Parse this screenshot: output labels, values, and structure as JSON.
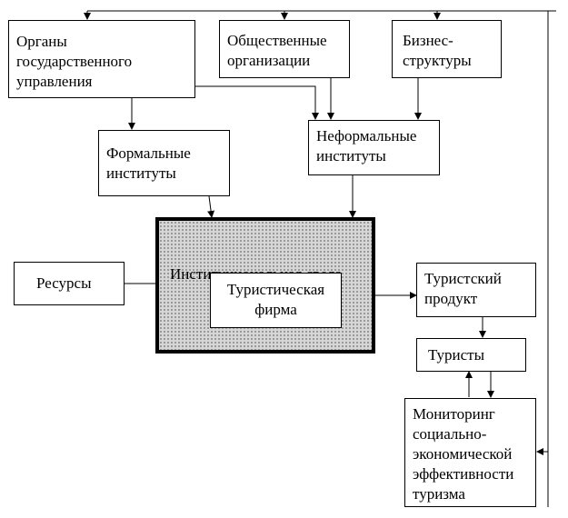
{
  "diagram": {
    "boxes": {
      "gov": [
        "Органы",
        "государственного",
        "управления"
      ],
      "public": [
        "Общественные",
        "организации"
      ],
      "business": [
        "Бизнес-",
        "структуры"
      ],
      "formal": [
        "Формальные",
        "институты"
      ],
      "informal": [
        "Неформальные",
        "институты"
      ],
      "resources": [
        "Ресурсы"
      ],
      "firm": [
        "Туристическая",
        "фирма"
      ],
      "product": [
        "Туристский",
        "продукт"
      ],
      "tourists": [
        "Туристы"
      ],
      "monitoring": [
        "Мониторинг",
        "социально-",
        "экономической",
        "эффективности",
        "туризма"
      ]
    },
    "environment_label": "Институциональная среда"
  }
}
